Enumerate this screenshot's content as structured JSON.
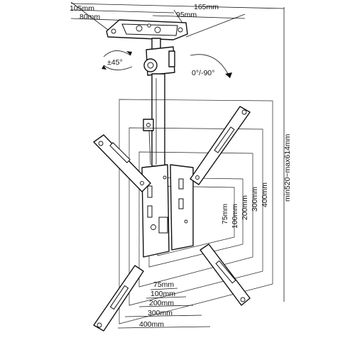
{
  "labels": {
    "top_105": "105mm",
    "top_80": "80mm",
    "top_165": "165mm",
    "top_95": "95mm",
    "rot_45": "±45°",
    "tilt": "0°/-90°",
    "vesa_h_75": "75mm",
    "vesa_h_100": "100mm",
    "vesa_h_200": "200mm",
    "vesa_h_300": "300mm",
    "vesa_h_400": "400mm",
    "vesa_v_75": "75mm",
    "vesa_v_100": "100mm",
    "vesa_v_200": "200mm",
    "vesa_v_300": "300mm",
    "vesa_v_400": "400mm",
    "height_range": "min520~max614mm"
  }
}
